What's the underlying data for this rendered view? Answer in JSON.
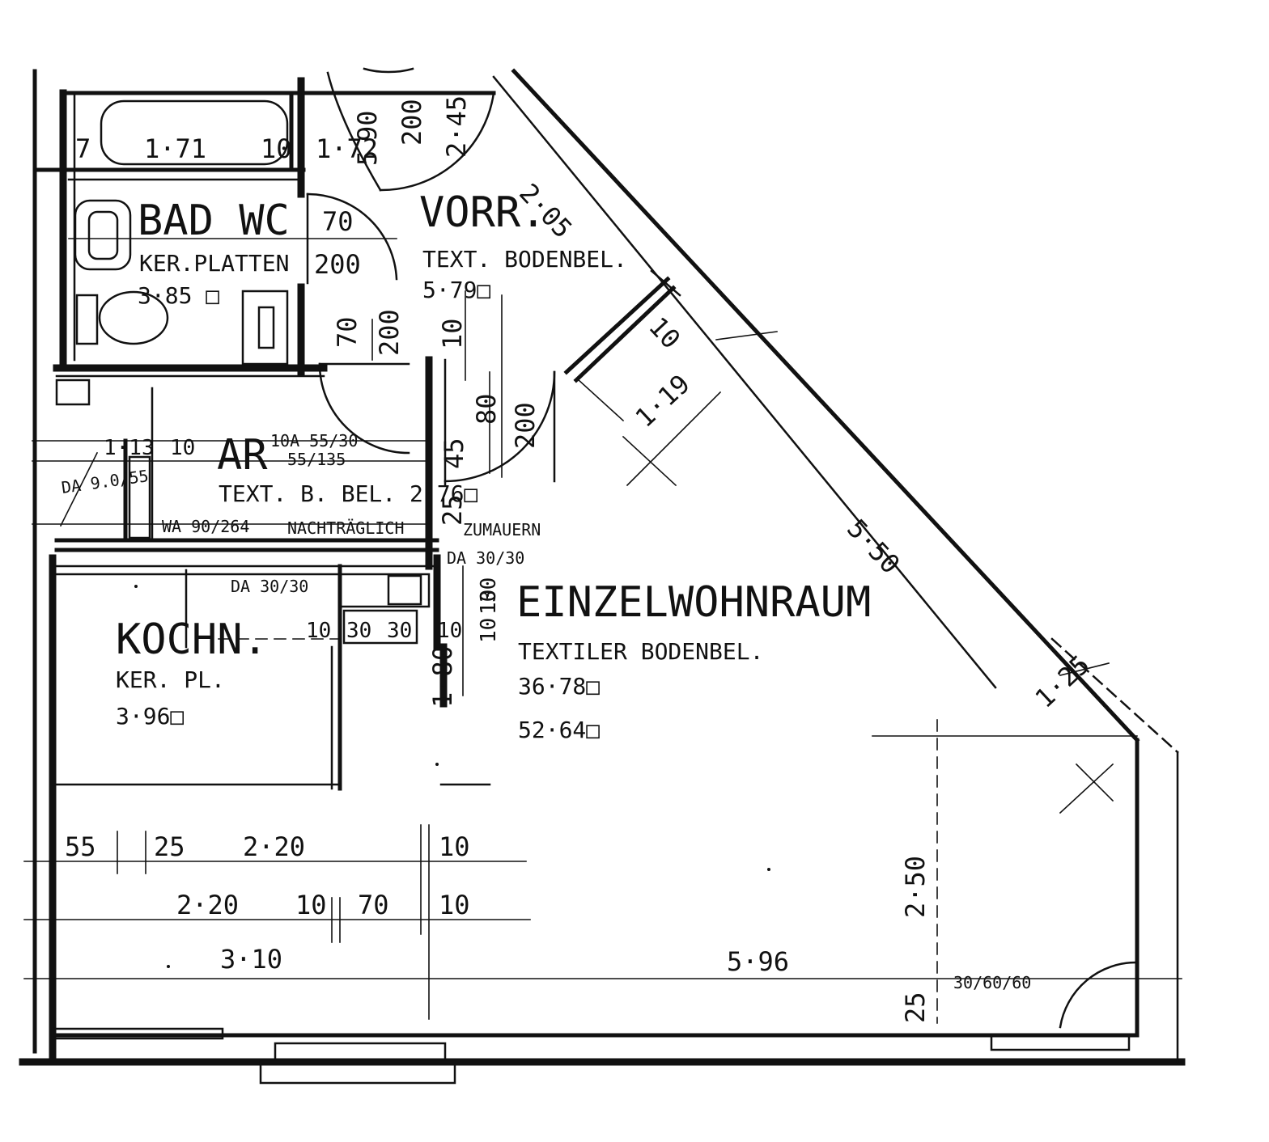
{
  "rooms": {
    "bad": {
      "name": "BAD WC",
      "floor": "KER.PLATTEN",
      "area": "3·85 □"
    },
    "vorr": {
      "name": "VORR.",
      "floor": "TEXT. BODENBEL.",
      "area": "5·79□"
    },
    "ar": {
      "name": "AR",
      "floor": "TEXT. B. BEL. 2·76□"
    },
    "kochn": {
      "name": "KOCHN.",
      "floor": "KER. PL.",
      "area": "3·96□"
    },
    "wohnraum": {
      "name": "EINZELWOHNRAUM",
      "floor": "TEXTILER BODENBEL.",
      "area": "36·78□",
      "area_total": "52·64□"
    }
  },
  "annotations": {
    "nachtraeglich": "NACHTRÄGLICH",
    "zumauern": "ZUMAUERN",
    "da_3030_a": "DA 30/30",
    "da_3030_b": "DA 30/30",
    "da_9055": "DA 9.0/55",
    "wa": "WA 90/264",
    "ar_door": "10A 55/30",
    "ar_door2": "55/135",
    "window": "30/60/60"
  },
  "dimensions": {
    "bath_tub_left": "7",
    "bath_tub_len": "1·71",
    "bath_tub_right": "10",
    "bath_width": "1·72",
    "door_v_90": "90",
    "door_v_200": "200",
    "door_v_5": "5",
    "door_v_245": "2·45",
    "vorr_205": "2·05",
    "bad_door_70": "70",
    "bad_door_200": "200",
    "ar_door_70": "70",
    "ar_door_200": "200",
    "col_10": "10",
    "col_80": "80",
    "col_200": "200",
    "col_45": "45",
    "col_25": "25",
    "diag_10": "10",
    "diag_119": "1·19",
    "diag_550": "5·50",
    "diag_125": "1·25",
    "ar_113": "1·13",
    "ar_10": "10",
    "k_10a": "10",
    "k_30a": "30",
    "k_30b": "30",
    "k_10b": "10",
    "k_10c": "10",
    "k_30c": "30",
    "k_10d": "10",
    "k_180": "1·80",
    "row1_55": "55",
    "row1_25": "25",
    "row1_220": "2·20",
    "row1_10": "10",
    "row2_220": "2·20",
    "row2_10": "10",
    "row2_70": "70",
    "row2_10b": "10",
    "row3_310": "3·10",
    "row3_596": "5·96",
    "right_250": "2·50",
    "right_25": "25"
  }
}
